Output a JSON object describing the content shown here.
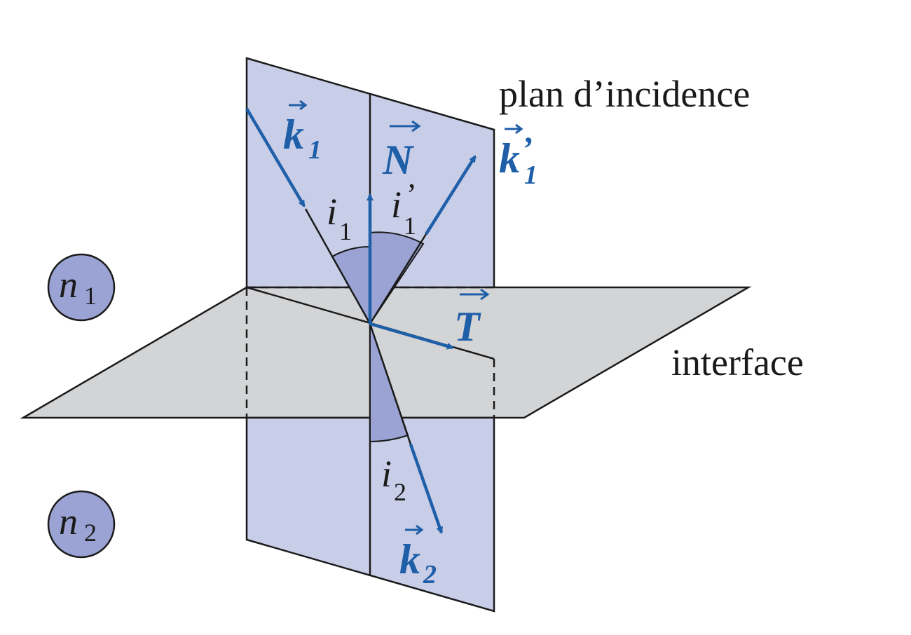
{
  "labels": {
    "plane_name": "plan d’incidence",
    "interface": "interface",
    "k1": "k",
    "k1_sub": "1",
    "k1p": "k",
    "k1p_prime": "’",
    "k1p_sub": "1",
    "k2": "k",
    "k2_sub": "2",
    "N": "N",
    "T": "T",
    "i1": "i",
    "i1_sub": "1",
    "i1p": "i",
    "i1p_prime": "’",
    "i1p_sub": "1",
    "i2": "i",
    "i2_sub": "2",
    "n1": "n",
    "n1_sub": "1",
    "n2": "n",
    "n2_sub": "2"
  },
  "colors": {
    "incidence_plane": "#c8cde8",
    "interface_plane": "#d3d4d6",
    "angle_fill": "#9aa3d3",
    "vector": "#1f5fa8",
    "stroke": "#1a1a1a",
    "medium_circle": "#9aa3d3"
  }
}
